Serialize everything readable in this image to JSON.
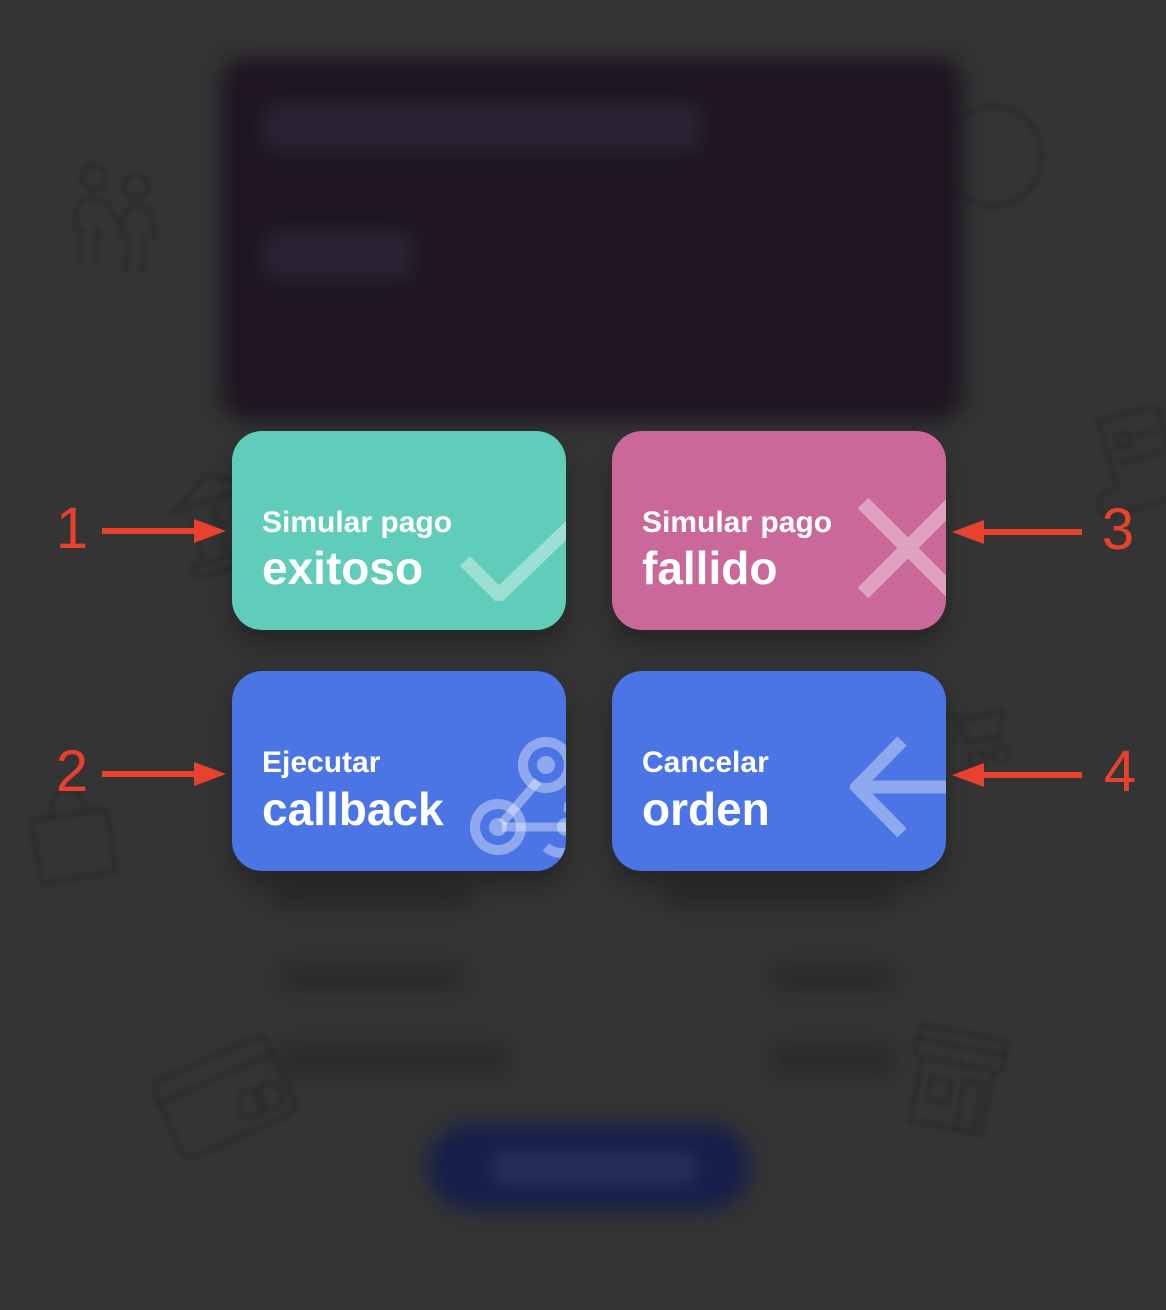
{
  "page": {
    "background_color": "#343434",
    "annotation_color": "#e8412e"
  },
  "top_card": {
    "color": "#1e1521",
    "note": "blurred dark purple card, no legible text"
  },
  "action_buttons": [
    {
      "name": "simulate-success",
      "line1": "Simular pago",
      "line2": "exitoso",
      "color": "#60cdba",
      "icon": "check-icon"
    },
    {
      "name": "simulate-failure",
      "line1": "Simular pago",
      "line2": "fallido",
      "color": "#cb689a",
      "icon": "x-icon"
    },
    {
      "name": "execute-callback",
      "line1": "Ejecutar",
      "line2": "callback",
      "color": "#4b75e5",
      "icon": "webhook-icon"
    },
    {
      "name": "cancel-order",
      "line1": "Cancelar",
      "line2": "orden",
      "color": "#4b75e5",
      "icon": "arrow-left-icon"
    }
  ],
  "annotations": {
    "items": [
      {
        "label": "1",
        "side": "left",
        "points_to": "simulate-success"
      },
      {
        "label": "2",
        "side": "left",
        "points_to": "execute-callback"
      },
      {
        "label": "3",
        "side": "right",
        "points_to": "simulate-failure"
      },
      {
        "label": "4",
        "side": "right",
        "points_to": "cancel-order"
      }
    ]
  },
  "bottom_button": {
    "color": "#161f4a",
    "note": "blurred navy pill button, text illegible"
  }
}
